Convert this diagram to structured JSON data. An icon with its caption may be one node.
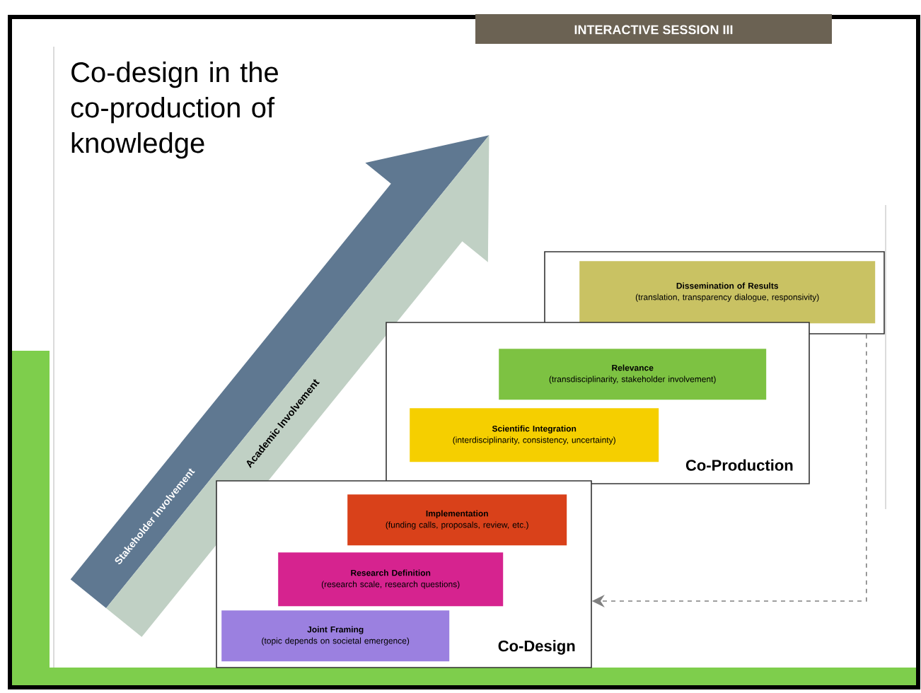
{
  "diagram": {
    "title": "Co-design in the co-production of knowledge",
    "nodes": [
      {
        "text": [],
        "shape": "box"
      },
      {
        "text": [
          "Dissemination of Results",
          "(translation, transparency dialogue, responsivity)"
        ],
        "in": 0
      },
      {
        "text": [
          "Co-Production"
        ]
      },
      {
        "text": [
          "Relevance",
          "(transdisciplinarity, stakeholder involvement)"
        ],
        "in": 2
      },
      {
        "text": [
          "Scientific Integration",
          "(interdisciplinarity, consistency, uncertainty)"
        ],
        "in": 2
      },
      {
        "text": [
          "Co-Design"
        ]
      },
      {
        "text": [
          "Implementation",
          "(funding calls, proposals, review, etc.)"
        ],
        "in": 5
      },
      {
        "text": [
          "Research Definition",
          "(research scale, research questions)"
        ],
        "in": 5
      },
      {
        "text": [
          "Joint Framing",
          "(topic depends on societal emergence)"
        ],
        "in": 5
      }
    ],
    "edges": [
      {
        "from": 0,
        "to": 5,
        "arrow": "to",
        "style": "dashed"
      }
    ],
    "labels": [
      "INTERACTIVE SESSION III",
      "Stakeholder Involvement",
      "Academic Involvement"
    ]
  }
}
